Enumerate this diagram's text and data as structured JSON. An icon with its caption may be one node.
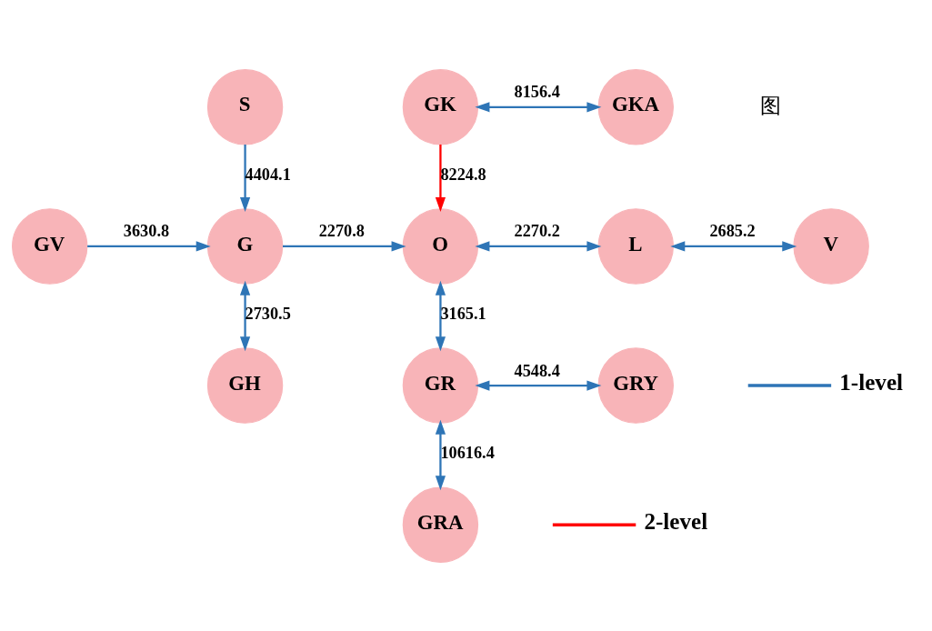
{
  "diagram": {
    "nodes": [
      {
        "text": [
          "S"
        ]
      },
      {
        "text": [
          "GK"
        ]
      },
      {
        "text": [
          "GKA"
        ]
      },
      {
        "text": [
          "GV"
        ]
      },
      {
        "text": [
          "G"
        ]
      },
      {
        "text": [
          "O"
        ]
      },
      {
        "text": [
          "L"
        ]
      },
      {
        "text": [
          "V"
        ]
      },
      {
        "text": [
          "GH"
        ]
      },
      {
        "text": [
          "GR"
        ]
      },
      {
        "text": [
          "GRY"
        ]
      },
      {
        "text": [
          "GRA"
        ]
      }
    ],
    "edges": [
      {
        "from": 0,
        "to": 4,
        "arrow": "to",
        "label": "4404.1"
      },
      {
        "from": 1,
        "to": 2,
        "arrow": "both",
        "label": "8156.4"
      },
      {
        "from": 1,
        "to": 5,
        "arrow": "to",
        "label": "8224.8",
        "color": "#ff0000"
      },
      {
        "from": 3,
        "to": 4,
        "arrow": "to",
        "label": "3630.8"
      },
      {
        "from": 4,
        "to": 5,
        "arrow": "to",
        "label": "2270.8"
      },
      {
        "from": 5,
        "to": 6,
        "arrow": "both",
        "label": "2270.2"
      },
      {
        "from": 6,
        "to": 7,
        "arrow": "both",
        "label": "2685.2"
      },
      {
        "from": 4,
        "to": 8,
        "arrow": "both",
        "label": "2730.5"
      },
      {
        "from": 5,
        "to": 9,
        "arrow": "both",
        "label": "3165.1"
      },
      {
        "from": 9,
        "to": 10,
        "arrow": "both",
        "label": "4548.4"
      },
      {
        "from": 9,
        "to": 11,
        "arrow": "both",
        "label": "10616.4"
      }
    ],
    "labels": [
      "图"
    ],
    "legend": [
      {
        "text": "1-level"
      },
      {
        "text": "2-level"
      }
    ]
  }
}
